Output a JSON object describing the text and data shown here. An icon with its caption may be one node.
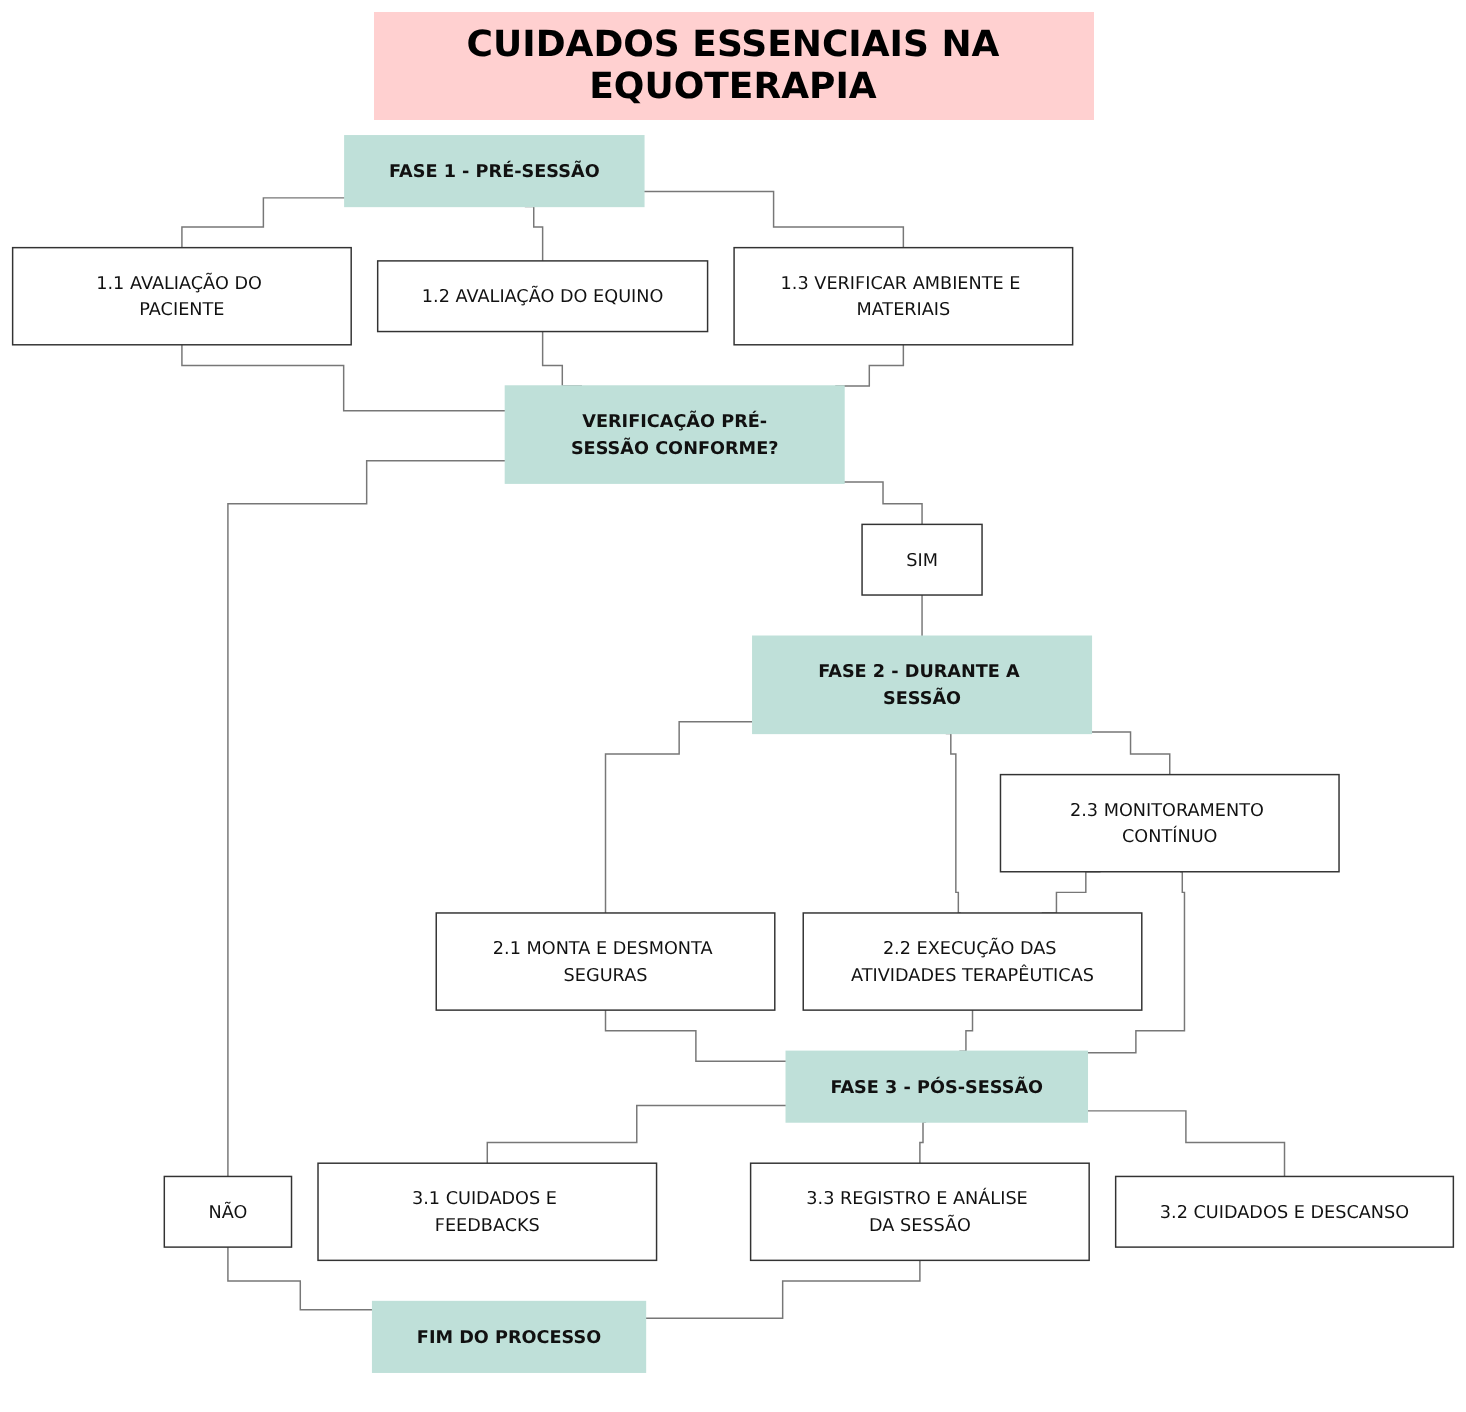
{
  "diagram": {
    "title": "CUIDADOS ESSENCIAIS NA EQUOTERAPIA",
    "nodes": [
      {
        "text": [
          "FASE 1 - PRÉ-SESSÃO"
        ]
      },
      {
        "text": [
          "1.1 AVALIAÇÃO DO PACIENTE"
        ]
      },
      {
        "text": [
          "1.3 VERIFICAR AMBIENTE E MATERIAIS"
        ]
      },
      {
        "text": [
          "1.2 AVALIAÇÃO DO EQUINO"
        ]
      },
      {
        "text": [
          "VERIFICAÇÃO PRÉ-SESSÃO CONFORME?"
        ]
      },
      {
        "text": [
          "SIM"
        ]
      },
      {
        "text": [
          "NÃO"
        ]
      },
      {
        "text": [
          "FASE 2 - DURANTE A SESSÃO"
        ]
      },
      {
        "text": [
          "2.1 MONTA E DESMONTA SEGURAS"
        ]
      },
      {
        "text": [
          "2.3 MONITORAMENTO CONTÍNUO"
        ]
      },
      {
        "text": [
          "2.2 EXECUÇÃO DAS ATIVIDADES TERAPÊUTICAS"
        ]
      },
      {
        "text": [
          "FIM DO PROCESSO"
        ]
      },
      {
        "text": [
          "FASE 3 - PÓS-SESSÃO"
        ]
      },
      {
        "text": [
          "3.1 CUIDADOS E FEEDBACKS"
        ]
      },
      {
        "text": [
          "3.3 REGISTRO E ANÁLISE DA SESSÃO"
        ]
      },
      {
        "text": [
          "3.2 CUIDADOS E DESCANSO"
        ]
      }
    ],
    "edges": [
      {
        "from": 0,
        "to": 1,
        "arrow": "none"
      },
      {
        "from": 0,
        "to": 3,
        "arrow": "none"
      },
      {
        "from": 0,
        "to": 2,
        "arrow": "none"
      },
      {
        "from": 1,
        "to": 4,
        "arrow": "none"
      },
      {
        "from": 3,
        "to": 4,
        "arrow": "none"
      },
      {
        "from": 2,
        "to": 4,
        "arrow": "none"
      },
      {
        "from": 4,
        "to": 5,
        "arrow": "none"
      },
      {
        "from": 4,
        "to": 6,
        "arrow": "none"
      },
      {
        "from": 5,
        "to": 7,
        "arrow": "none"
      },
      {
        "from": 6,
        "to": 11,
        "arrow": "none"
      },
      {
        "from": 7,
        "to": 8,
        "arrow": "none"
      },
      {
        "from": 7,
        "to": 10,
        "arrow": "none"
      },
      {
        "from": 7,
        "to": 9,
        "arrow": "none"
      },
      {
        "from": 9,
        "to": 10,
        "arrow": "none"
      },
      {
        "from": 8,
        "to": 12,
        "arrow": "none"
      },
      {
        "from": 10,
        "to": 12,
        "arrow": "none"
      },
      {
        "from": 9,
        "to": 12,
        "arrow": "none"
      },
      {
        "from": 12,
        "to": 13,
        "arrow": "none"
      },
      {
        "from": 12,
        "to": 15,
        "arrow": "none"
      },
      {
        "from": 12,
        "to": 14,
        "arrow": "none"
      },
      {
        "from": 14,
        "to": 11,
        "arrow": "none"
      }
    ]
  }
}
